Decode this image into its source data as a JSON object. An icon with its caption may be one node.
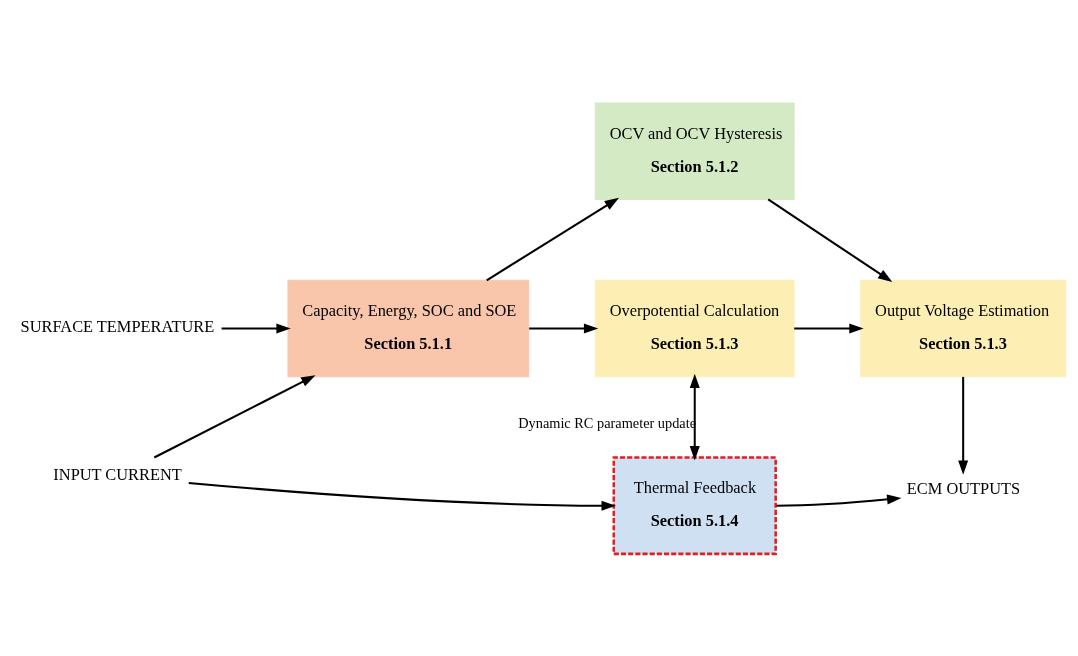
{
  "diagram": {
    "nodes": [
      {
        "text": [
          "Capacity, Energy, SOC and SOE",
          "Section 5.1.1"
        ]
      },
      {
        "text": [
          "OCV and OCV Hysteresis",
          "Section 5.1.2"
        ]
      },
      {
        "text": [
          "Output Voltage Estimation",
          "Section 5.1.3"
        ]
      },
      {
        "text": [
          "Overpotential Calculation",
          "Section 5.1.3"
        ]
      },
      {
        "text": [
          "INPUT CURRENT"
        ]
      },
      {
        "text": [
          "Thermal Feedback",
          "Section 5.1.4"
        ]
      },
      {
        "text": [
          "SURFACE TEMPERATURE"
        ]
      },
      {
        "text": [
          "ECM OUTPUTS"
        ]
      }
    ],
    "edges": [
      {
        "from": 0,
        "to": 1,
        "arrow": "to"
      },
      {
        "from": 1,
        "to": 2,
        "arrow": "to"
      },
      {
        "from": 0,
        "to": 3,
        "arrow": "to"
      },
      {
        "from": 3,
        "to": 2,
        "arrow": "to"
      },
      {
        "from": 3,
        "to": 5,
        "arrow": "both",
        "label": "Dynamic RC parameter update"
      },
      {
        "from": 4,
        "to": 0,
        "arrow": "to"
      },
      {
        "from": 6,
        "to": 0,
        "arrow": "to"
      },
      {
        "from": 4,
        "to": 5,
        "arrow": "to"
      },
      {
        "from": 2,
        "to": 7,
        "arrow": "to"
      },
      {
        "from": 5,
        "to": 7,
        "arrow": "to"
      }
    ]
  }
}
